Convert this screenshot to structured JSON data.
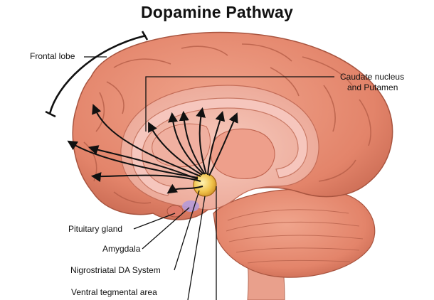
{
  "title": "Dopamine Pathway",
  "labels": {
    "frontal_lobe": "Frontal lobe",
    "caudate_line1": "Caudate nucleus",
    "caudate_line2": "and Putamen",
    "pituitary": "Pituitary gland",
    "amygdala": "Amygdala",
    "nigrostriatal": "Nigrostriatal DA System",
    "vta": "Ventral tegmental area"
  },
  "colors": {
    "cortex": "#e3846a",
    "cortex_dark": "#b85a44",
    "inner": "#f2b3a3",
    "corpus_callosum": "#f6c6bd",
    "cerebellum": "#e08a78",
    "stem": "#e9a08c",
    "nucleus": "#f0c24a",
    "pathway": "#111111"
  }
}
